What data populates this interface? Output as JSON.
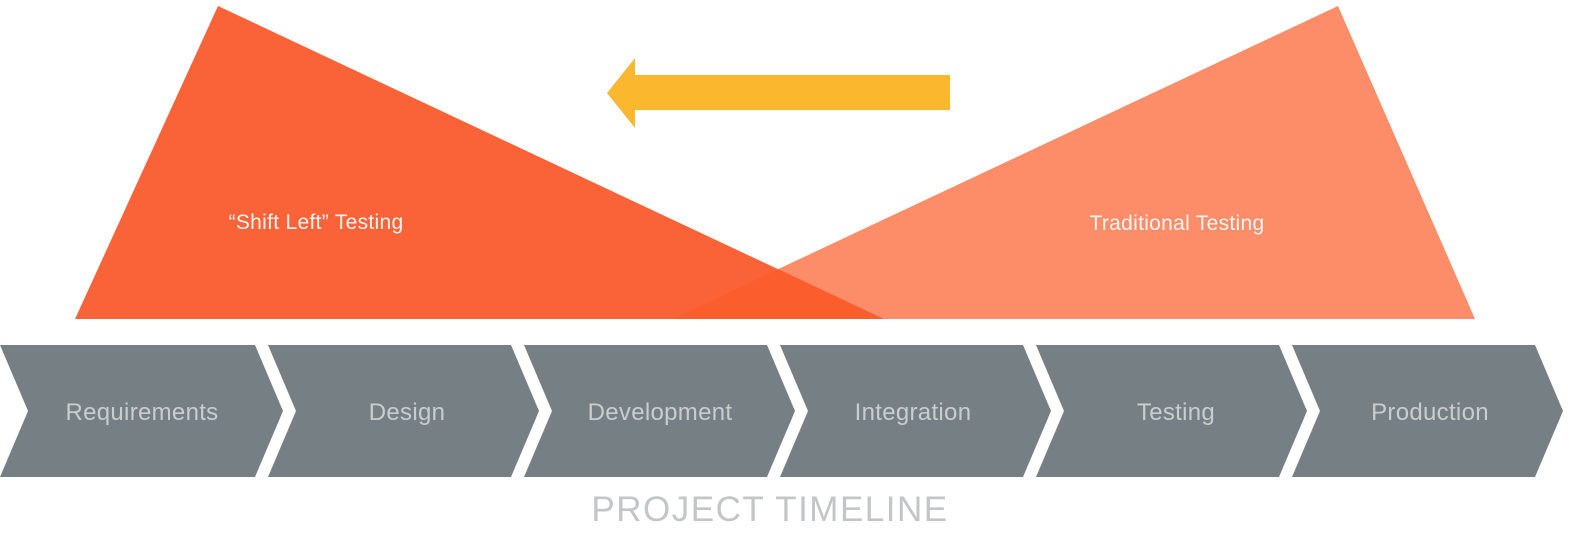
{
  "diagram": {
    "shift_left_label": "“Shift Left” Testing",
    "traditional_label": "Traditional Testing",
    "timeline_title": "PROJECT TIMELINE",
    "stages": [
      "Requirements",
      "Design",
      "Development",
      "Integration",
      "Testing",
      "Production"
    ],
    "colors": {
      "shift_left_triangle": "#FA6337",
      "traditional_triangle": "#FC8D68",
      "triangle_overlap": "#FB5E2C",
      "arrow": "#FBB72E",
      "chevron": "#768084",
      "stage_text": "#C9CDCE",
      "timeline_text": "#C3C5C7",
      "triangle_text": "#F7F5F4"
    }
  }
}
